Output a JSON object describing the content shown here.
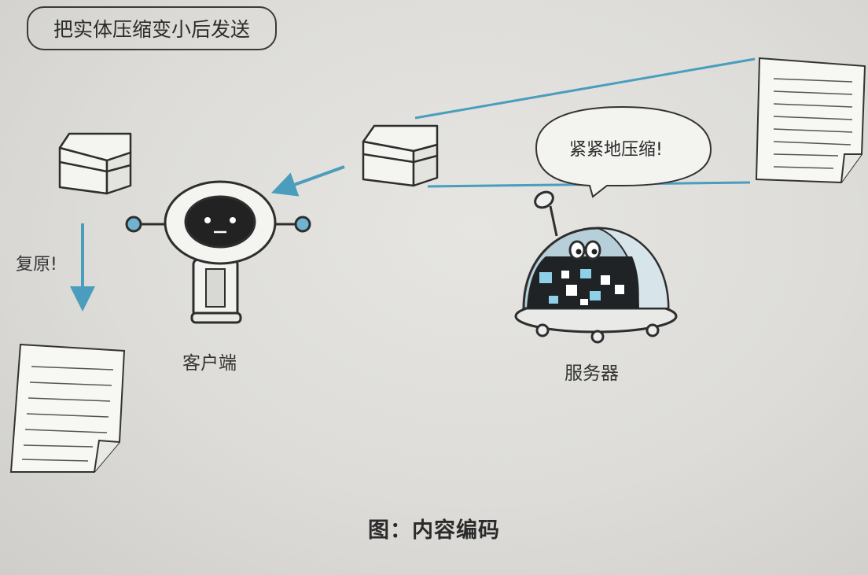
{
  "banner": "把实体压缩变小后发送",
  "speech_bubble": "紧紧地压缩!",
  "restore_label": "复原!",
  "client_label": "客户端",
  "server_label": "服务器",
  "caption": "图：内容编码",
  "colors": {
    "accent": "#4a9dbd",
    "ink": "#2e2e2e",
    "robot_face": "#222222"
  }
}
